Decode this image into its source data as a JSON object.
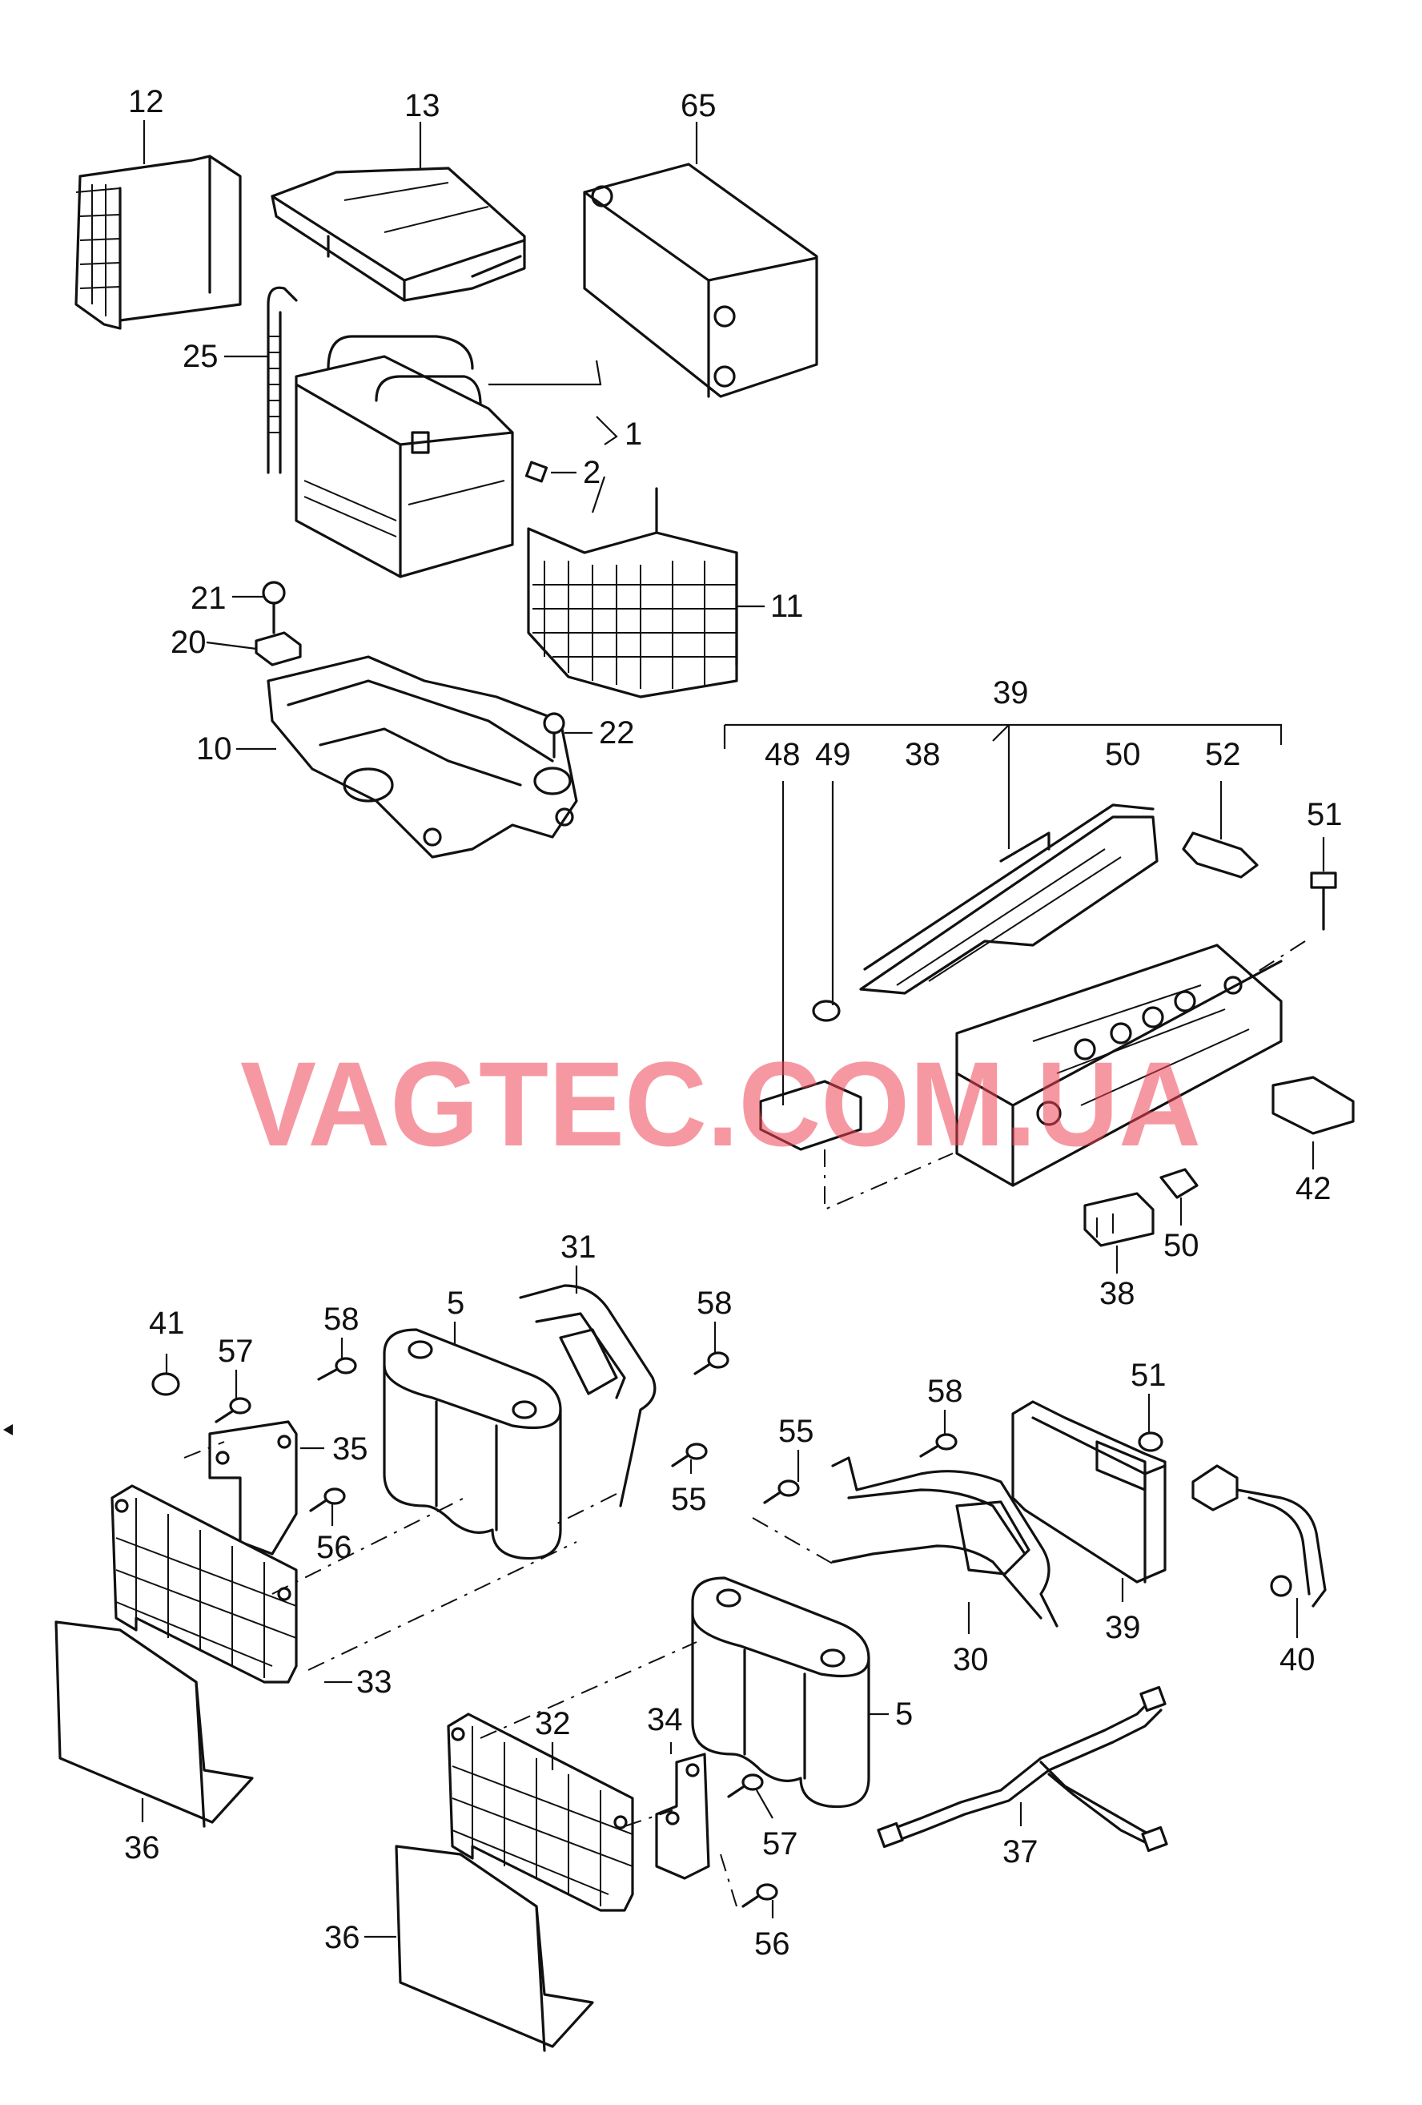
{
  "watermark": "VAGTEC.COM.UA",
  "callouts": {
    "c12": "12",
    "c13": "13",
    "c65": "65",
    "c25": "25",
    "c1": "1",
    "c2": "2",
    "c21": "21",
    "c20": "20",
    "c11": "11",
    "c10": "10",
    "c22": "22",
    "c39top": "39",
    "c48": "48",
    "c49": "49",
    "c38top": "38",
    "c50top": "50",
    "c52": "52",
    "c51top": "51",
    "c42": "42",
    "c50bot": "50",
    "c38bot": "38",
    "c41": "41",
    "c57a": "57",
    "c58a": "58",
    "c5a": "5",
    "c31": "31",
    "c58b": "58",
    "c35": "35",
    "c56a": "56",
    "c55a": "55",
    "c58c": "58",
    "c55b": "55",
    "c51b": "51",
    "c39b": "39",
    "c30": "30",
    "c40": "40",
    "c33": "33",
    "c5b": "5",
    "c32": "32",
    "c34": "34",
    "c36a": "36",
    "c57b": "57",
    "c37": "37",
    "c36b": "36",
    "c56b": "56"
  }
}
